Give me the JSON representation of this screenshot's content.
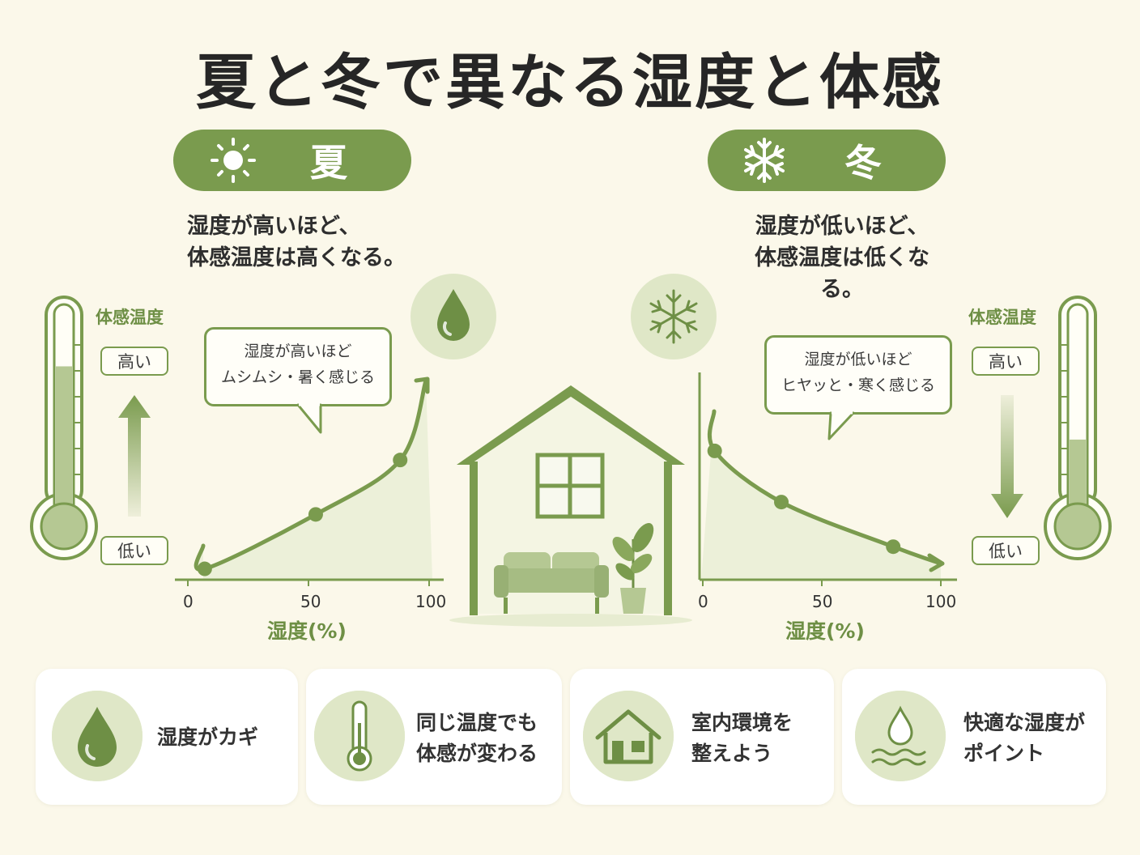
{
  "title": "夏と冬で異なる湿度と体感",
  "colors": {
    "accent": "#7a9b4e",
    "light": "#dfe7c7",
    "fill": "#e9eed6",
    "background": "#fbf8ea"
  },
  "summer": {
    "label": "夏",
    "icon": "sun-icon",
    "description_lines": [
      "湿度が高いほど、",
      "体感温度は高くなる。"
    ],
    "callout_lines": [
      "湿度が高いほど",
      "ムシムシ・暑く感じる"
    ],
    "axis_title": "体感温度",
    "high_label": "高い",
    "low_label": "低い",
    "x_ticks": [
      "0",
      "50",
      "100"
    ],
    "x_title": "湿度(%)",
    "badge_icon": "water-drop-icon",
    "thermometer_level": 0.72
  },
  "winter": {
    "label": "冬",
    "icon": "snowflake-icon",
    "description_lines": [
      "湿度が低いほど、",
      "体感温度は低くなる。"
    ],
    "callout_lines": [
      "湿度が低いほど",
      "ヒヤッと・寒く感じる"
    ],
    "axis_title": "体感温度",
    "high_label": "高い",
    "low_label": "低い",
    "x_ticks": [
      "0",
      "50",
      "100"
    ],
    "x_title": "湿度(%)",
    "badge_icon": "snowflake-icon",
    "thermometer_level": 0.38
  },
  "chart_data": [
    {
      "type": "line",
      "x": [
        7,
        53,
        88
      ],
      "y": [
        0.07,
        0.42,
        0.77
      ],
      "xlabel": "湿度(%)",
      "ylabel": "体感温度",
      "xlim": [
        0,
        100
      ],
      "ylim": [
        0,
        1
      ]
    },
    {
      "type": "line",
      "x": [
        5,
        33,
        80
      ],
      "y": [
        0.78,
        0.47,
        0.2
      ],
      "xlabel": "湿度(%)",
      "ylabel": "体感温度",
      "xlim": [
        0,
        100
      ],
      "ylim": [
        0,
        1
      ]
    }
  ],
  "cards": [
    {
      "icon": "water-drop-icon",
      "lines": [
        "湿度がカギ"
      ]
    },
    {
      "icon": "thermometer-icon",
      "lines": [
        "同じ温度でも",
        "体感が変わる"
      ]
    },
    {
      "icon": "house-icon",
      "lines": [
        "室内環境を",
        "整えよう"
      ]
    },
    {
      "icon": "water-waves-icon",
      "lines": [
        "快適な湿度が",
        "ポイント"
      ]
    }
  ]
}
